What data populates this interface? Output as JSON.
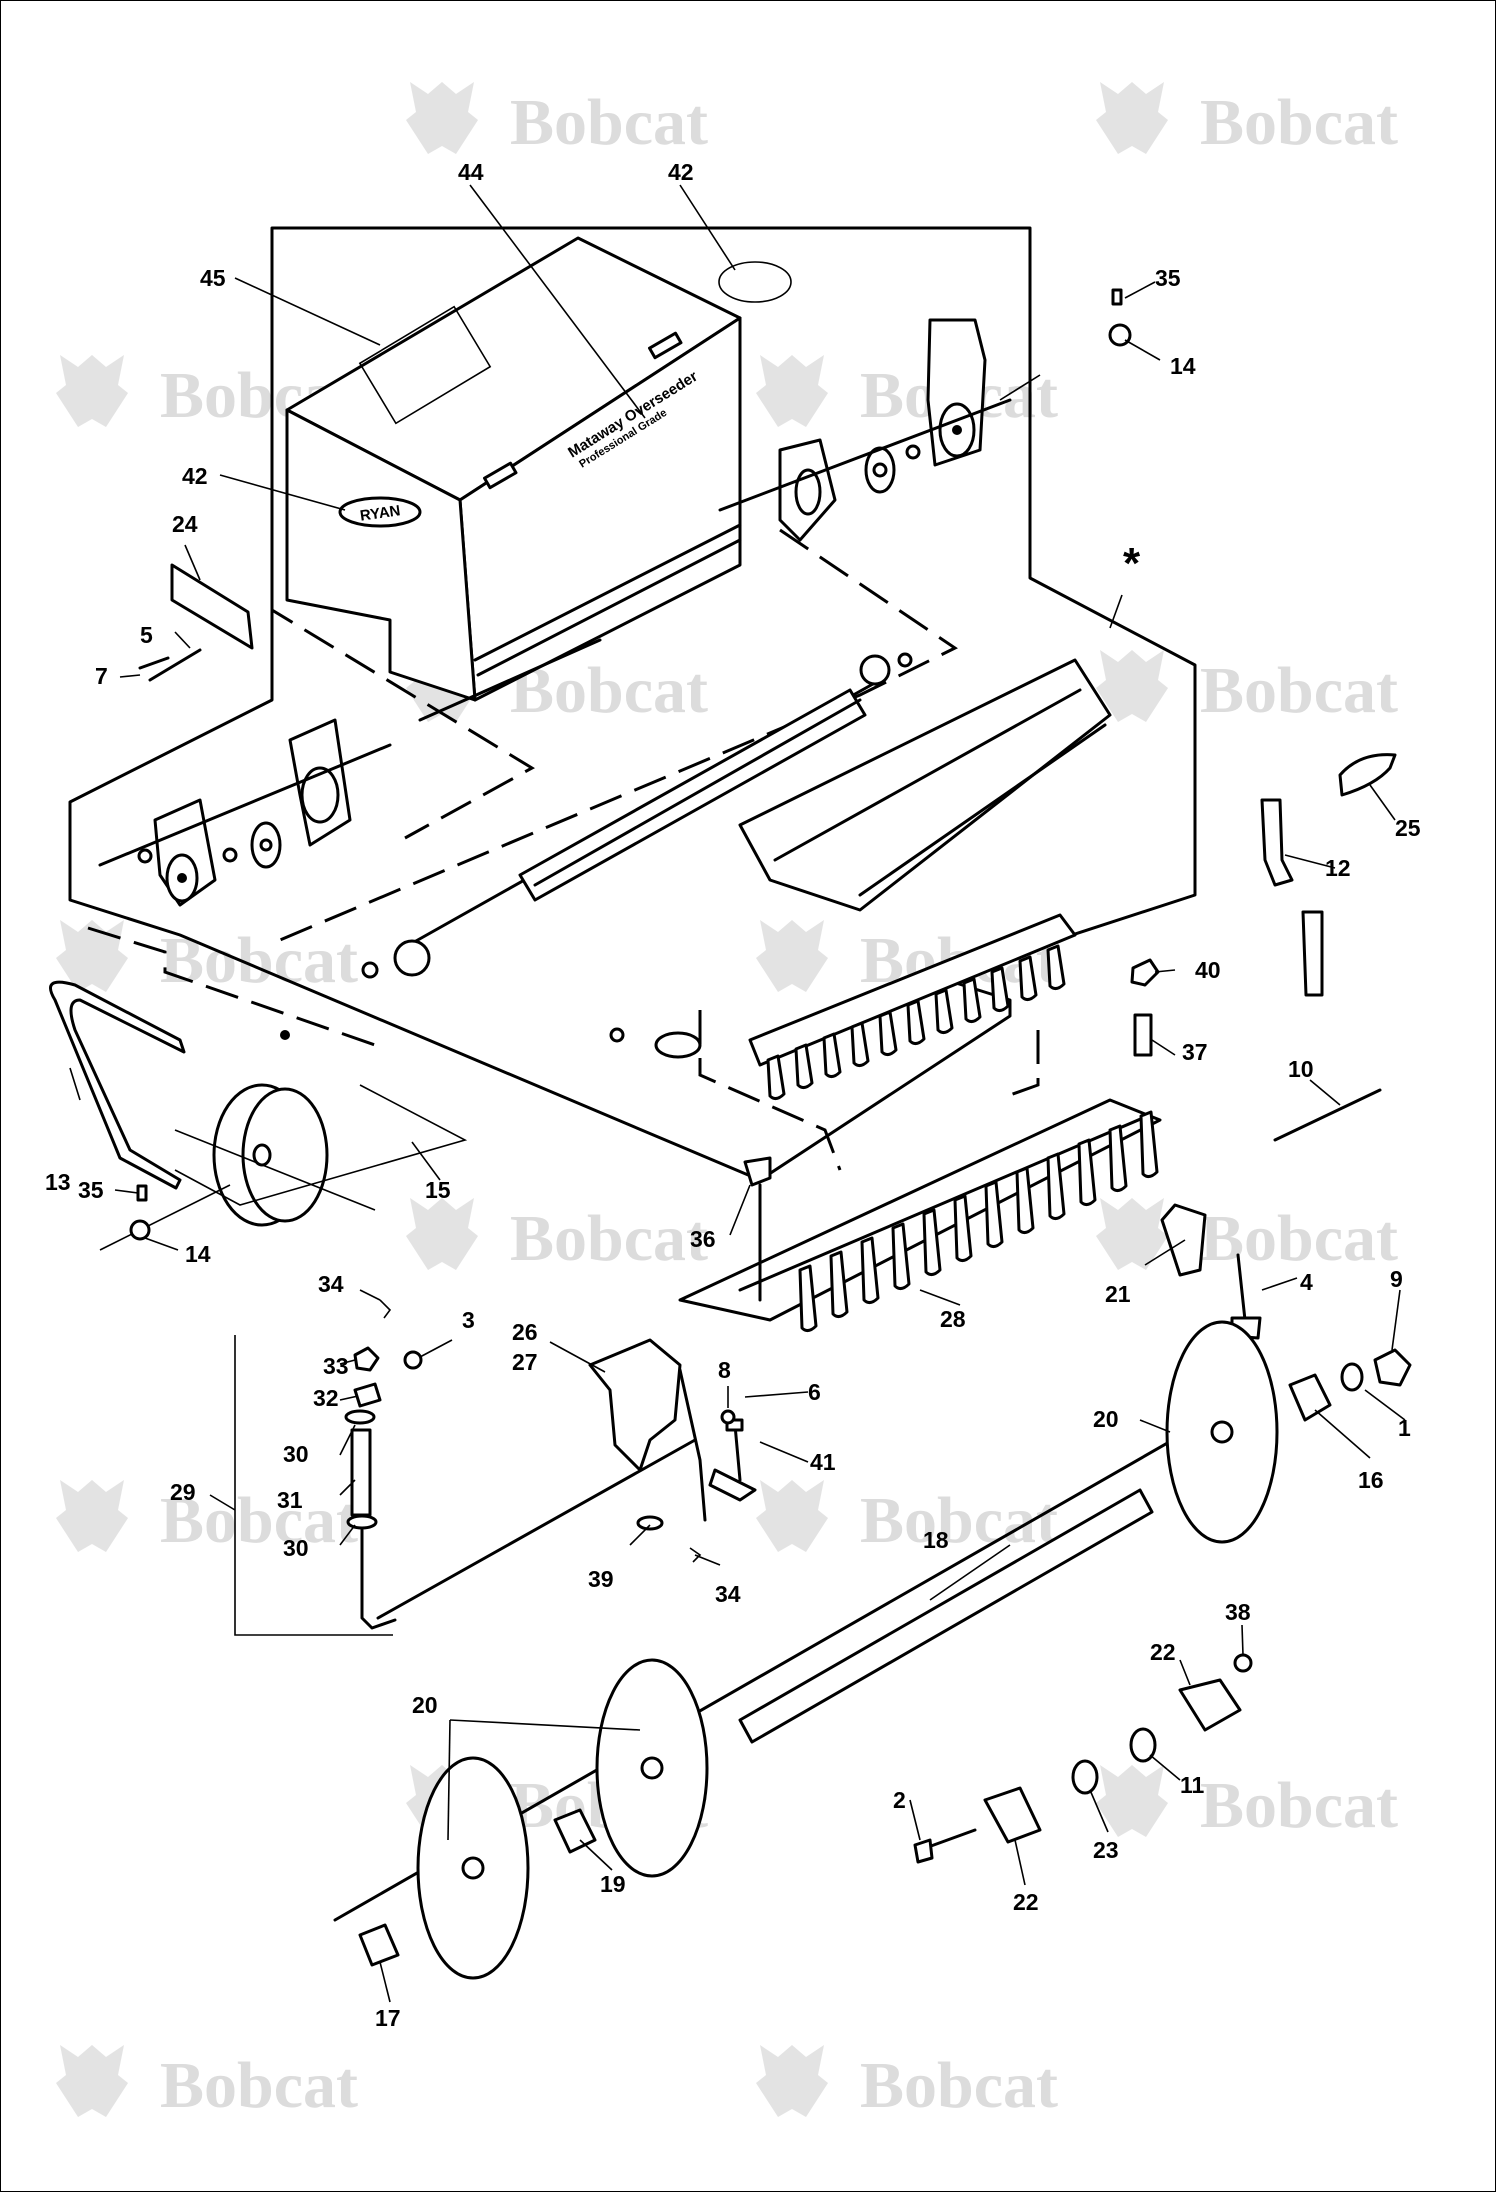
{
  "watermark": {
    "brand": "Bobcat"
  },
  "hopper": {
    "decal_title": "Mataway Overseeder",
    "decal_subtitle": "Professional Grade",
    "logo": "RYAN"
  },
  "callout_marker": "*",
  "callouts": [
    {
      "id": "44"
    },
    {
      "id": "42"
    },
    {
      "id": "45"
    },
    {
      "id": "35"
    },
    {
      "id": "14"
    },
    {
      "id": "42"
    },
    {
      "id": "24"
    },
    {
      "id": "5"
    },
    {
      "id": "7"
    },
    {
      "id": "25"
    },
    {
      "id": "12"
    },
    {
      "id": "40"
    },
    {
      "id": "37"
    },
    {
      "id": "10"
    },
    {
      "id": "13"
    },
    {
      "id": "15"
    },
    {
      "id": "35"
    },
    {
      "id": "14"
    },
    {
      "id": "36"
    },
    {
      "id": "21"
    },
    {
      "id": "4"
    },
    {
      "id": "9"
    },
    {
      "id": "28"
    },
    {
      "id": "34"
    },
    {
      "id": "3"
    },
    {
      "id": "26"
    },
    {
      "id": "27"
    },
    {
      "id": "33"
    },
    {
      "id": "8"
    },
    {
      "id": "6"
    },
    {
      "id": "32"
    },
    {
      "id": "30"
    },
    {
      "id": "41"
    },
    {
      "id": "20"
    },
    {
      "id": "1"
    },
    {
      "id": "16"
    },
    {
      "id": "29"
    },
    {
      "id": "31"
    },
    {
      "id": "30"
    },
    {
      "id": "18"
    },
    {
      "id": "39"
    },
    {
      "id": "34"
    },
    {
      "id": "38"
    },
    {
      "id": "22"
    },
    {
      "id": "20"
    },
    {
      "id": "11"
    },
    {
      "id": "2"
    },
    {
      "id": "23"
    },
    {
      "id": "19"
    },
    {
      "id": "22"
    },
    {
      "id": "17"
    }
  ]
}
